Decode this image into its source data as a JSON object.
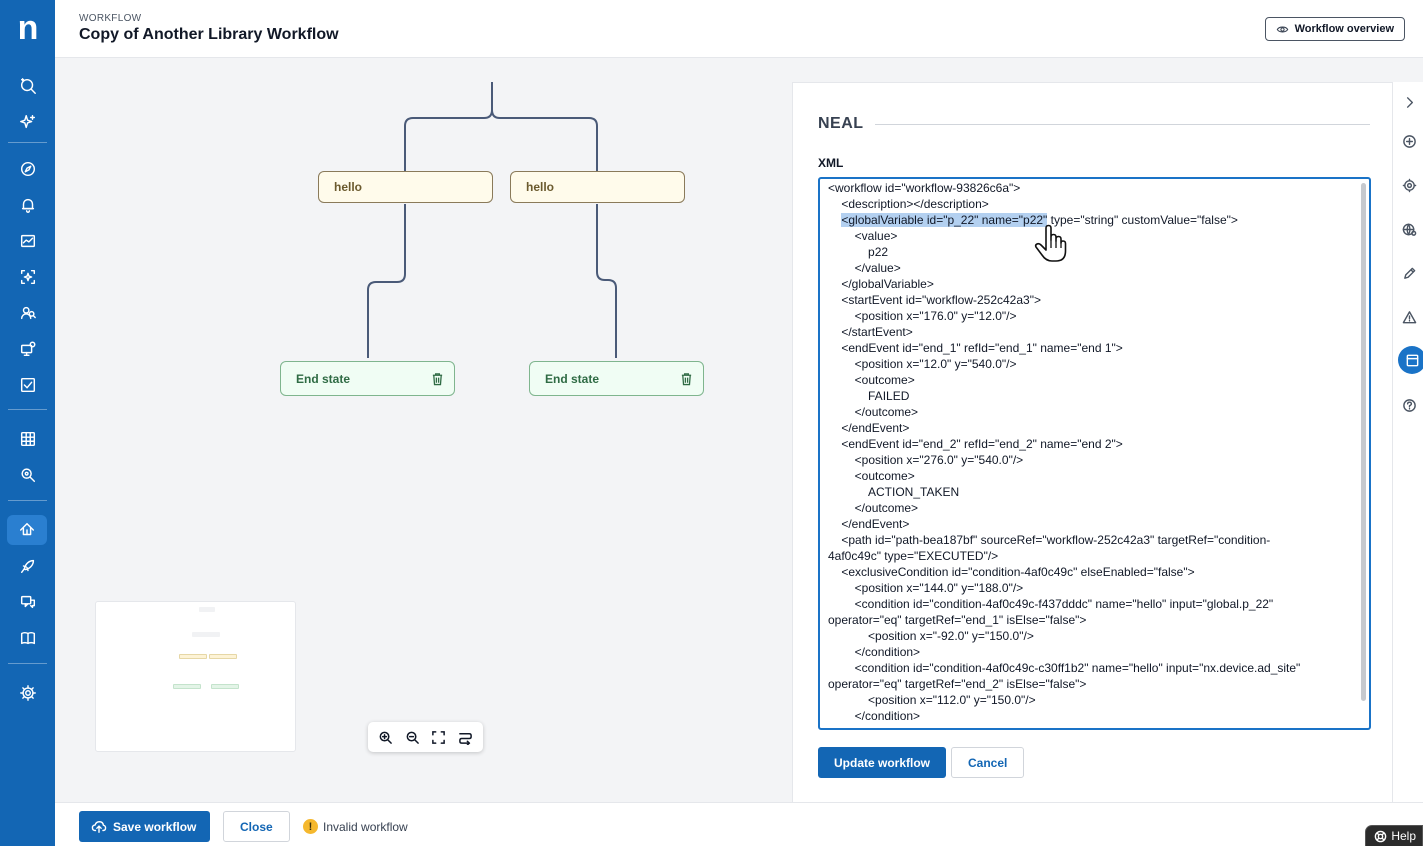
{
  "app": {
    "logo_letter": "n"
  },
  "header": {
    "eyebrow": "WORKFLOW",
    "title": "Copy of Another Library Workflow",
    "overview_label": "Workflow overview"
  },
  "nav": {
    "icons": [
      "search-ai-icon",
      "sparkle-icon",
      "compass-icon",
      "bell-icon",
      "dashboard-icon",
      "ai-stars-icon",
      "people-search-icon",
      "device-sync-icon",
      "report-check-icon",
      "grid-icon",
      "search-settings-icon",
      "workflow-icon",
      "rocket-icon",
      "chat-icon",
      "book-icon",
      "gear-icon"
    ],
    "active": "workflow-icon"
  },
  "canvas": {
    "condition_nodes": [
      {
        "label": "hello"
      },
      {
        "label": "hello"
      }
    ],
    "end_nodes": [
      {
        "label": "End state"
      },
      {
        "label": "End state"
      }
    ],
    "zoom_tools": [
      "zoom-in-icon",
      "zoom-out-icon",
      "fit-screen-icon",
      "layout-icon"
    ]
  },
  "panel": {
    "title": "NEAL",
    "xml_label": "XML",
    "xml_selected": "<globalVariable id=\"p_22\" name=\"p22\"",
    "xml_lines": [
      "<workflow id=\"workflow-93826c6a\">",
      "    <description></description>",
      "    ",
      "        <value>",
      "            p22",
      "        </value>",
      "    </globalVariable>",
      "    <startEvent id=\"workflow-252c42a3\">",
      "        <position x=\"176.0\" y=\"12.0\"/>",
      "    </startEvent>",
      "    <endEvent id=\"end_1\" refId=\"end_1\" name=\"end 1\">",
      "        <position x=\"12.0\" y=\"540.0\"/>",
      "        <outcome>",
      "            FAILED",
      "        </outcome>",
      "    </endEvent>",
      "    <endEvent id=\"end_2\" refId=\"end_2\" name=\"end 2\">",
      "        <position x=\"276.0\" y=\"540.0\"/>",
      "        <outcome>",
      "            ACTION_TAKEN",
      "        </outcome>",
      "    </endEvent>",
      "    <path id=\"path-bea187bf\" sourceRef=\"workflow-252c42a3\" targetRef=\"condition-",
      "4af0c49c\" type=\"EXECUTED\"/>",
      "    <exclusiveCondition id=\"condition-4af0c49c\" elseEnabled=\"false\">",
      "        <position x=\"144.0\" y=\"188.0\"/>",
      "        <condition id=\"condition-4af0c49c-f437dddc\" name=\"hello\" input=\"global.p_22\"",
      "operator=\"eq\" targetRef=\"end_1\" isElse=\"false\">",
      "            <position x=\"-92.0\" y=\"150.0\"/>",
      "        </condition>",
      "        <condition id=\"condition-4af0c49c-c30ff1b2\" name=\"hello\" input=\"nx.device.ad_site\"",
      "operator=\"eq\" targetRef=\"end_2\" isElse=\"false\">",
      "            <position x=\"112.0\" y=\"150.0\"/>",
      "        </condition>"
    ],
    "xml_line3_rest": " type=\"string\" customValue=\"false\">",
    "update_label": "Update workflow",
    "cancel_label": "Cancel"
  },
  "rail": {
    "icons": [
      "chevron-right-icon",
      "plus-circle-icon",
      "settings-icon",
      "globe-settings-icon",
      "pencil-icon",
      "warning-icon",
      "panel-icon",
      "help-circle-icon"
    ],
    "active": "panel-icon"
  },
  "footer": {
    "save_label": "Save workflow",
    "close_label": "Close",
    "status_icon": "!",
    "status_text": "Invalid workflow",
    "help_label": "Help"
  },
  "colors": {
    "brand": "#1366b4",
    "accent": "#1a73c7",
    "warning": "#f5b82e"
  }
}
